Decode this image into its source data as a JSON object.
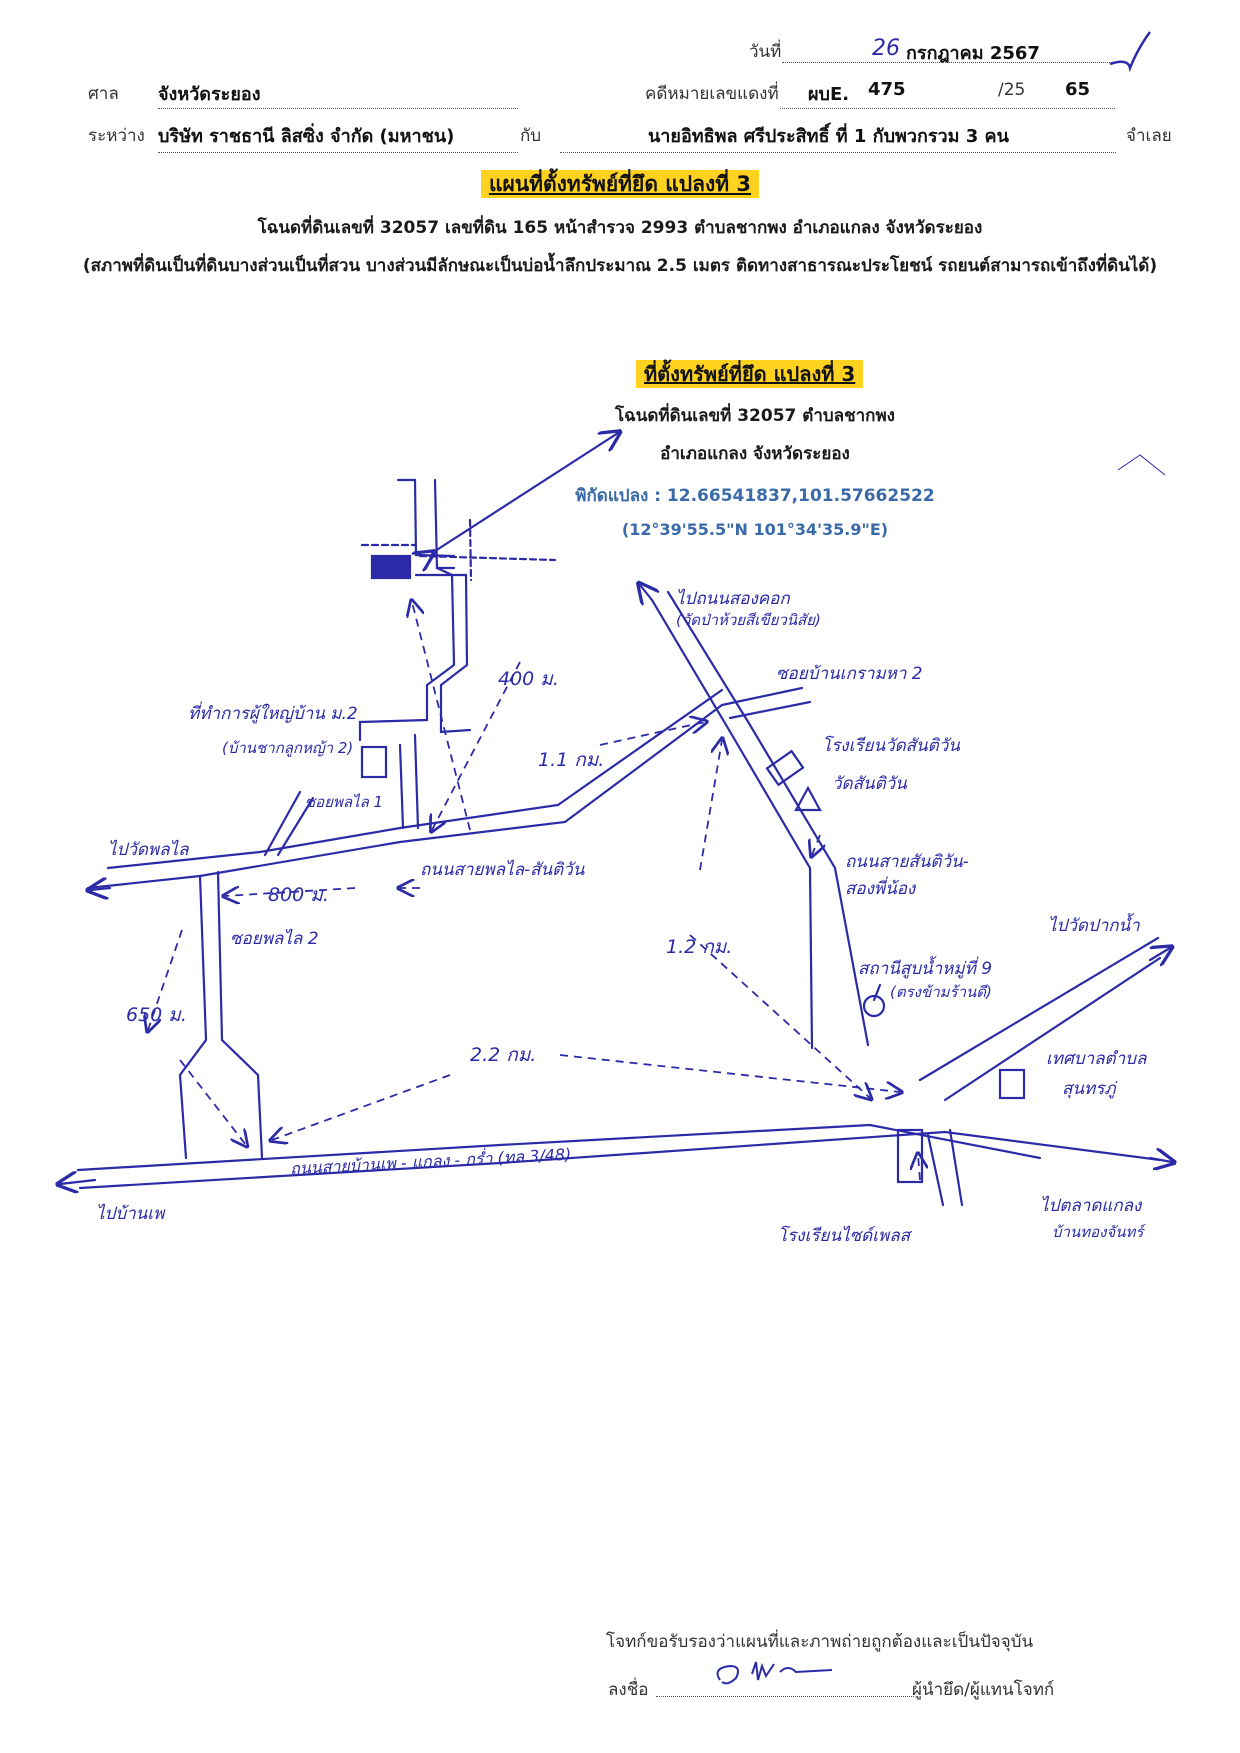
{
  "header": {
    "date_label": "วันที่",
    "date_day": "26",
    "date_month_year": "กรกฎาคม 2567",
    "court_label": "ศาล",
    "court_value": "จังหวัดระยอง",
    "case_label": "คดีหมายเลขแดงที่",
    "case_prefix": "ผบE.",
    "case_number": "475",
    "case_year_prefix": "/25",
    "case_year_suffix": "65",
    "between_label": "ระหว่าง",
    "plaintiff": "บริษัท ราชธานี ลิสซิ่ง จำกัด (มหาชน)",
    "with_label": "กับ",
    "defendant": "นายอิทธิพล ศรีประสิทธิ์ ที่ 1 กับพวกรวม 3 คน",
    "defendant_role": "จำเลย"
  },
  "title": {
    "main": "แผนที่ตั้งทรัพย์ที่ยึด แปลงที่ 3",
    "deed_line": "โฉนดที่ดินเลขที่ 32057 เลขที่ดิน 165 หน้าสำรวจ 2993 ตำบลชากพง อำเภอแกลง จังหวัดระยอง",
    "condition_line": "(สภาพที่ดินเป็นที่ดินบางส่วนเป็นที่สวน บางส่วนมีลักษณะเป็นบ่อน้ำลึกประมาณ 2.5 เมตร ติดทางสาธารณะประโยชน์ รถยนต์สามารถเข้าถึงที่ดินได้)"
  },
  "map_caption": {
    "title": "ที่ตั้งทรัพย์ที่ยึด แปลงที่ 3",
    "line1": "โฉนดที่ดินเลขที่ 32057 ตำบลชากพง",
    "line2": "อำเภอแกลง จังหวัดระยอง",
    "coords": "พิกัดแปลง : 12.66541837,101.57662522",
    "dms": "(12°39'55.5\"N 101°34'35.9\"E)"
  },
  "map_labels": {
    "to_wat_thung": "ไปถนนสองคอก",
    "to_wat_thung_sub": "(วัดป่าห้วยสีเขียวนิสัย)",
    "soi_ban": "ซอยบ้านเกรามหา 2",
    "school": "โรงเรียนวัดสันติวัน",
    "temple": "วัดสันติวัน",
    "village_head": "ที่ทำการผู้ใหญ่บ้าน ม.2",
    "village_head_sub": "(บ้านชากลูกหญ้า 2)",
    "soi_phon_1": "ซอยพลไล 1",
    "to_wat_phon": "ไปวัดพลไล",
    "road_phon_santi": "ถนนสายพลไล-สันติวัน",
    "road_santi_song": "ถนนสายสันติวัน-สองพี่น้อง",
    "soi_phon_2": "ซอยพลไล 2",
    "gas_station": "สถานีสูบน้ำหมู่ที่ 9",
    "gas_station_sub": "(ตรงข้ามร้านดี)",
    "to_pak_nam": "ไปวัดปากน้ำ",
    "clinic": "เทศบาลตำบล",
    "clinic_sub": "สุนทรภู่",
    "main_road": "ถนนสายบ้านเพ - แกลง - กร่ำ (ทล.3/48)",
    "to_ban_phe": "ไปบ้านเพ",
    "seven_eleven": "โรงเรียนไซด์เพลส",
    "to_klaeng": "ไปตลาดแกลง",
    "to_klaeng_sub": "บ้านทองจันทร์"
  },
  "distances": {
    "d400": "400 ม.",
    "d1_1": "1.1 กม.",
    "d800": "800 ม.",
    "d1_2": "1.2 กม.",
    "d650": "650 ม.",
    "d2_2": "2.2 กม."
  },
  "footer": {
    "certify": "โจทก์ขอรับรองว่าแผนที่และภาพถ่ายถูกต้องและเป็นปัจจุบัน",
    "sign_label": "ลงชื่อ",
    "sign_role": "ผู้นำยึด/ผู้แทนโจทก์"
  },
  "colors": {
    "ink": "#2b2ba8",
    "highlight": "#ffd21f",
    "coords": "#3a6aa8"
  }
}
